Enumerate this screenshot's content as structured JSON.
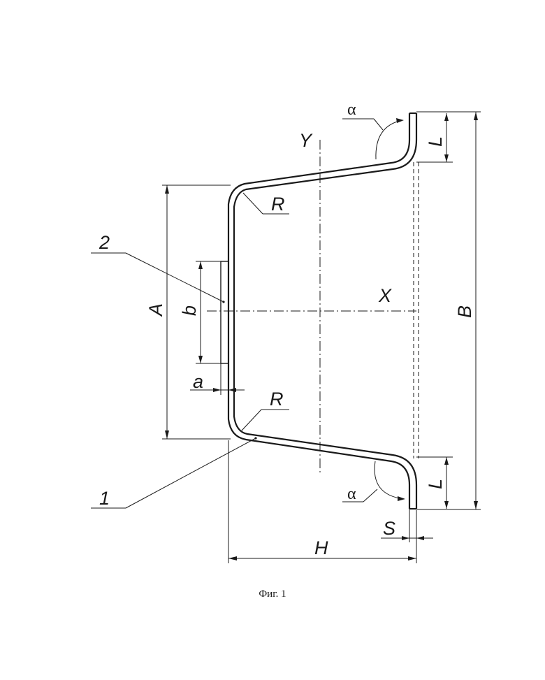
{
  "labels": {
    "y_axis": "Y",
    "x_axis": "X",
    "alpha_top": "α",
    "alpha_bottom": "α",
    "l_top": "L",
    "l_bottom": "L",
    "r_top": "R",
    "r_bottom": "R",
    "a_dim": "A",
    "b_dim": "b",
    "b_big_dim": "B",
    "small_a": "a",
    "h_dim": "H",
    "s_dim": "S",
    "part_1": "1",
    "part_2": "2"
  },
  "caption": "Фиг. 1"
}
